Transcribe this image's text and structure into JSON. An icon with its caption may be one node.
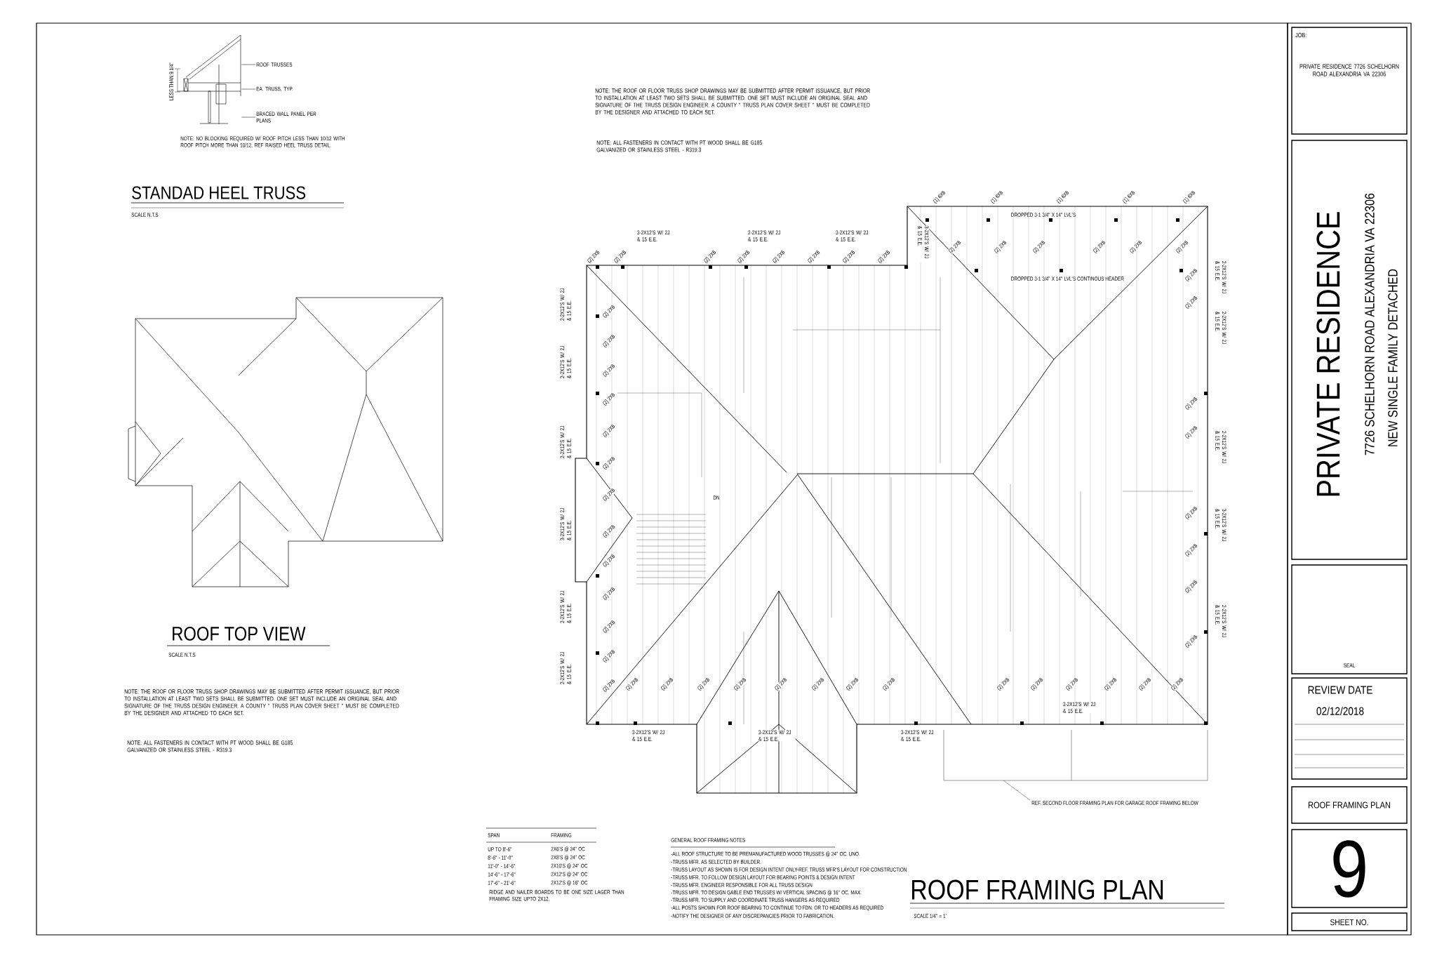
{
  "diagram": {
    "nodes": [
      {
        "text": [
          "ROOF TRUSSES"
        ]
      },
      {
        "text": [
          "EA. TRUSS, TYP."
        ]
      },
      {
        "text": [
          "BRACED WALL PANEL PER PLANS"
        ]
      },
      {
        "text": [],
        "shape": "picture"
      }
    ],
    "edges": [
      {
        "from": 0,
        "to": 3,
        "arrow": "none"
      },
      {
        "from": 1,
        "to": 3,
        "arrow": "none"
      },
      {
        "from": 2,
        "to": 3,
        "arrow": "none"
      }
    ],
    "labels": [
      "LESS THAN 9 1/4\"",
      "NOTE: NO BLOCKING REQUIRED W/ ROOF PITCH LESS THAN 10/12 WITH ROOF PITCH MORE THAN 10/12, REF RAISED HEEL TRUSS DETAIL.",
      "STANDAD HEEL TRUSS",
      "SCALE N.T.S",
      "NOTE: THE ROOF OR FLOOR TRUSS SHOP DRAWINGS MAY BE SUBMITTED AFTER PERMIT ISSUANCE, BUT PRIOR TO INSTALLATION AT LEAST TWO SETS SHALL BE SUBMITTED. ONE SET MUST INCLUDE AN ORIGINAL SEAL AND SIGNATURE OF THE TRUSS DESIGN ENGINEER. A COUNTY \" TRUSS PLAN COVER SHEET \" MUST BE COMPLETED BY THE DESIGNER AND ATTACHED TO EACH SET.",
      "NOTE: ALL FASTENERS IN CONTACT WITH PT WOOD SHALL BE G185 GALVANIZED OR STAINLESS STEEL - R319.3",
      "ROOF TOP VIEW",
      "SCALE N.T.S",
      "NOTE: THE ROOF OR FLOOR TRUSS SHOP DRAWINGS MAY BE SUBMITTED AFTER PERMIT ISSUANCE, BUT PRIOR TO INSTALLATION AT LEAST TWO SETS SHALL BE SUBMITTED. ONE SET MUST INCLUDE AN ORIGINAL SEAL AND SIGNATURE OF THE TRUSS DESIGN ENGINEER. A COUNTY \" TRUSS PLAN COVER SHEET \" MUST BE COMPLETED BY THE DESIGNER AND ATTACHED TO EACH SET.",
      "NOTE: ALL FASTENERS IN CONTACT WITH PT WOOD SHALL BE G185 GALVANIZED OR STAINLESS STEEL - R319.3",
      "SPAN",
      "FRAMING",
      "UP TO 8'-6\"",
      "2X6'S @ 24\" OC",
      "8'-6\" - 11'-0\"",
      "2X8'S @ 24\" OC",
      "11'-0\" - 14'-6\"",
      "2X10'S @ 24\" OC",
      "14'-6\" - 17'-6\"",
      "2X12'S @ 24\" OC",
      "17'-6\" - 21'-6\"",
      "2X12'S @ 16\" OC",
      "RIDGE AND NAILER BOARDS TO BE ONE SIZE LAGER THAN FRAMING SIZE UPTO 2X12.",
      "GENERAL ROOF FRAMING NOTES",
      "-ALL ROOF STRUCTURE TO BE PREMANUFACTURED WOOD TRUSSES @ 24\" OC. UNO.",
      "-TRUSS MFR. AS SELECTED BY BUILDER.",
      "-TRUSS LAYOUT AS SHOWN IS FOR DESIGN INTENT ONLY-REF. TRUSS MFR'S LAYOUT FOR CONSTRUCTION",
      "-TRUSS MFR. TO FOLLOW DESIGN LAYOUT FOR BEARING POINTS & DESIGN INTENT",
      "-TRUSS MFR. ENGINEER RESPONSIBLE FOR ALL TRUSS DESIGN",
      "-TRUSS MFR. TO DESIGN GABLE END TRUSSES W/ VERTICAL SPACING @ 16\" OC. MAX.",
      "-TRUSS MFR. TO SUPPLY AND COORDINATE TRUSS HANGERS AS REQUIRED",
      "-ALL POSTS SHOWN FOR ROOF BEARING TO CONTINUE TO FDN. OR TO HEADERS AS REQUIRED",
      "-NOTIFY THE DESIGNER OF ANY DISCREPANCIES PRIOR TO FABRICATION.",
      "ROOF FRAMING PLAN",
      "SCALE 1/4\" = 1'",
      "3-2X12'S W/ 2J & 15 E.E.",
      "2-2X12'S W/ 2J & 15 E.E.",
      "3-2X12'S W/ 2J & 15 E.E.",
      "3-2X12'S W/ 2J & 15 E.E.",
      "DROPPED 3-1 3/4\" X 14\" LVL'S",
      "DROPPED 3-1 3/4\" X 14\" LVL'S CONTINOUS HEADER",
      "2-2X12'S W/ 2J & 15 E.E.",
      "2-2X12'S W/ 2J & 15 E.E.",
      "2-2X12'S W/ 2J & 15 E.E.",
      "3-2X12'S W/ 2J & 15 E.E.",
      "2-2X12'S W/ 2J & 15 E.E.",
      "2-2X12'S W/ 2J & 15 E.E.",
      "2-2X12'S W/ 2J & 15 E.E.",
      "2-2X12'S W/ 2J & 15 E.E.",
      "2-2X12'S W/ 2J & 15 E.E.",
      "3-2X12'S W/ 2J & 15 E.E.",
      "2-2X12'S W/ 2J & 15 E.E.",
      "3-2X12'S W/ 2J & 15 E.E.",
      "3-2X12'S W/ 2J & 15 E.E.",
      "3-2X12'S W/ 2J & 15 E.E.",
      "3-2X12'S W/ 2J & 15 E.E.",
      "DN",
      "REF. SECOND FLOOR FRAMING PLAN FOR GARAGE ROOF FRAMING BELOW",
      "JOB:",
      "PRIVATE RESIDENCE 7726 SCHELHORN ROAD ALEXANDRIA VA 22306",
      "PRIVATE RESIDENCE",
      "7726 SCHELHORN ROAD ALEXANDRIA VA 22306",
      "NEW SINGLE FAMILY DETACHED",
      "SEAL",
      "REVIEW DATE",
      "02/12/2018",
      "ROOF FRAMING PLAN",
      "9",
      "SHEET NO.",
      "(2) 2X6",
      "(2) 2X6",
      "(2) 2X6",
      "(2) 2X6",
      "(2) 2X6",
      "(2) 2X6",
      "(2) 2X6",
      "(2) 2X6",
      "(1) 6X6",
      "(1) 6X6",
      "(1) 6X6",
      "(1) 6X6",
      "(1) 6X6",
      "(2) 2X6",
      "(2) 2X6",
      "(2) 2X6",
      "(2) 2X6",
      "(2) 2X6",
      "(2) 2X6",
      "(2) 2X6",
      "(2) 2X6",
      "(2) 2X6",
      "(2) 2X6",
      "(2) 2X6",
      "(2) 2X6",
      "(2) 2X6",
      "(2) 2X6",
      "(2) 2X6",
      "(2) 2X6",
      "(2) 2X6",
      "(2) 2X6",
      "(2) 2X6",
      "(2) 2X6",
      "(2) 2X6",
      "(2) 2X6",
      "(2) 2X6",
      "(2) 2X6",
      "(2) 2X6",
      "(2) 2X6",
      "(2) 2X6",
      "(2) 2X6",
      "(2) 2X6",
      "(2) 2X6",
      "(2) 2X6",
      "(2) 2X6",
      "(2) 2X6",
      "(2) 2X6",
      "(2) 2X6",
      "(2) 2X6",
      "(2) 2X6",
      "(2) 2X6",
      "(2) 2X6",
      "(2) 2X6",
      "(2) 2X6"
    ]
  }
}
